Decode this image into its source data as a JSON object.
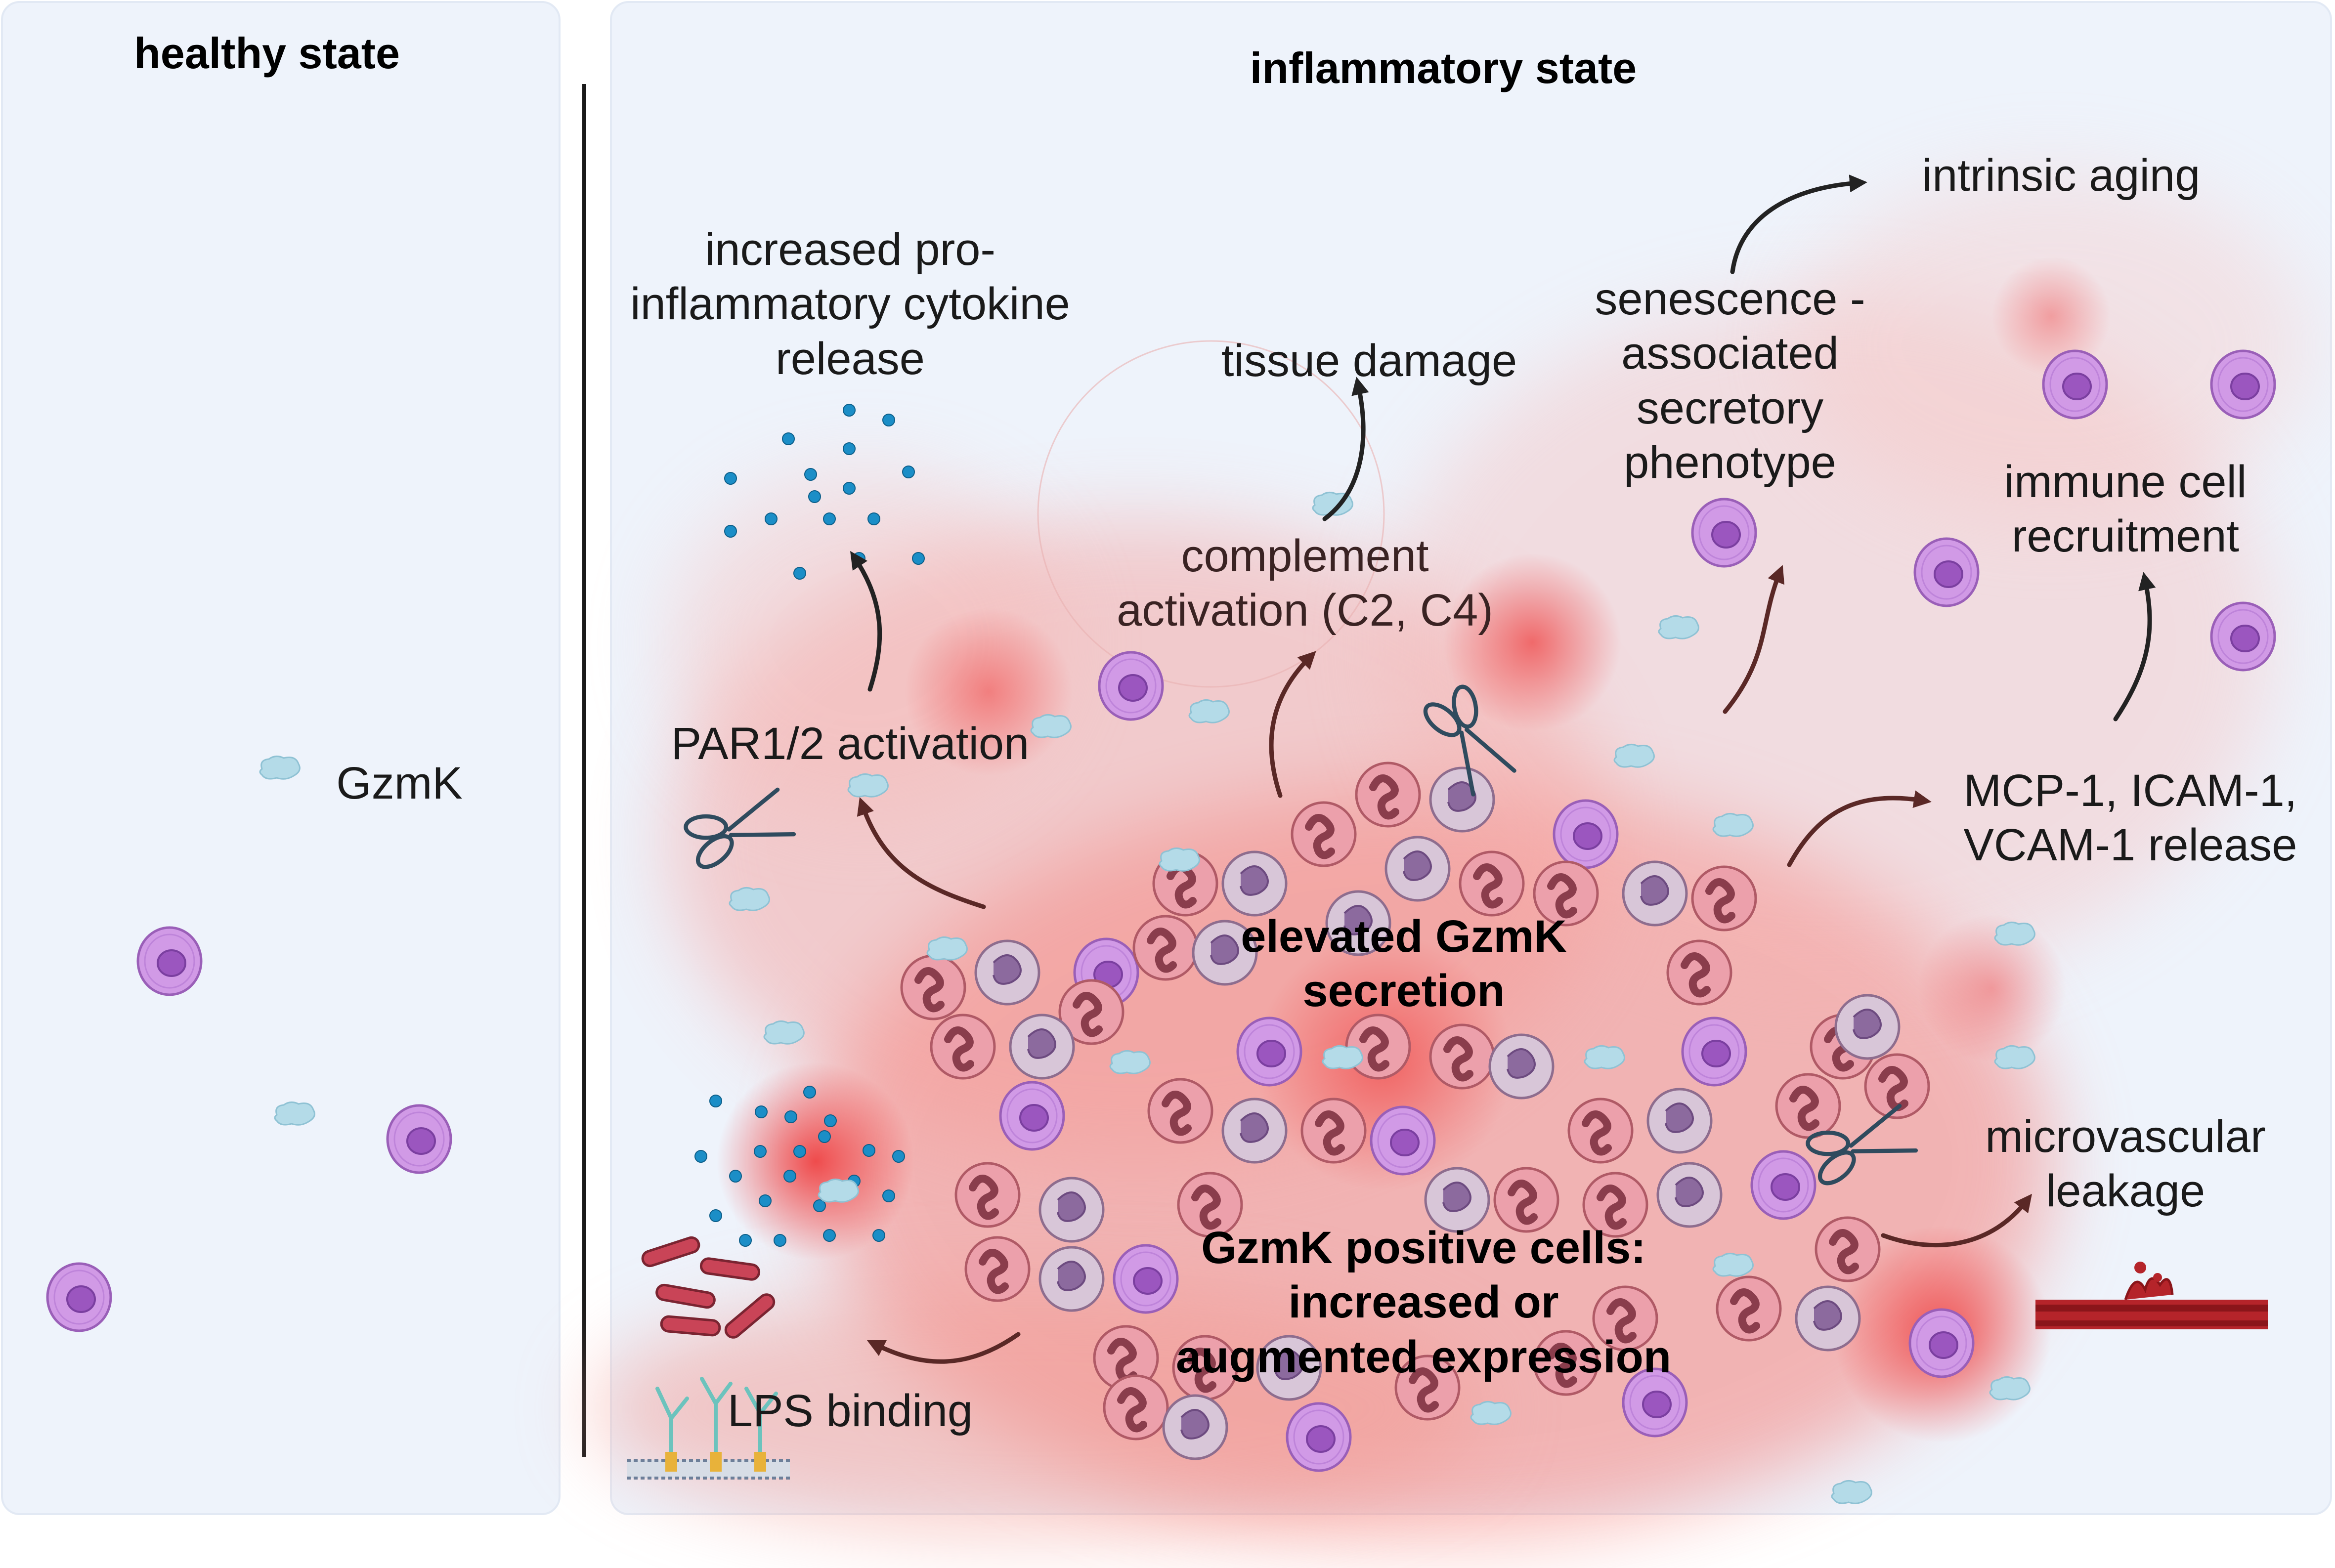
{
  "panels": {
    "healthy": {
      "title": "healthy state",
      "gzmk_label": "GzmK"
    },
    "inflammatory": {
      "title": "inflammatory state",
      "center_label": [
        "elevated GzmK",
        "secretion"
      ],
      "cells_label": [
        "GzmK positive cells:",
        "increased or",
        "augmented expression"
      ]
    }
  },
  "effects": {
    "cytokine": [
      "increased pro-",
      "inflammatory cytokine",
      "release"
    ],
    "par": "PAR1/2 activation",
    "tissue": "tissue damage",
    "complement": [
      "complement",
      "activation (C2, C4)"
    ],
    "senescence": [
      "senescence -",
      "associated",
      "secretory",
      "phenotype"
    ],
    "aging": "intrinsic aging",
    "immune": [
      "immune cell",
      "recruitment"
    ],
    "mcp": [
      "MCP-1, ICAM-1,",
      "VCAM-1 release"
    ],
    "leakage": [
      "microvascular",
      "leakage"
    ],
    "lps": "LPS binding"
  },
  "colors": {
    "panel_bg": "#eef3fb",
    "inflammation": "#f03a3a",
    "cell_purple": "#c88ee0",
    "neutrophil": "#e87f8a",
    "gzmk_protein": "#b4dbe8",
    "cytokine_dot": "#1b8ec7",
    "arrow": "#5a2826"
  },
  "icons": [
    "gzmk-protein-icon",
    "lymphocyte-icon",
    "neutrophil-icon",
    "scissors-icon",
    "bacteria-icon",
    "blood-vessel-icon",
    "cell-membrane-icon",
    "cytokine-dot-icon"
  ]
}
